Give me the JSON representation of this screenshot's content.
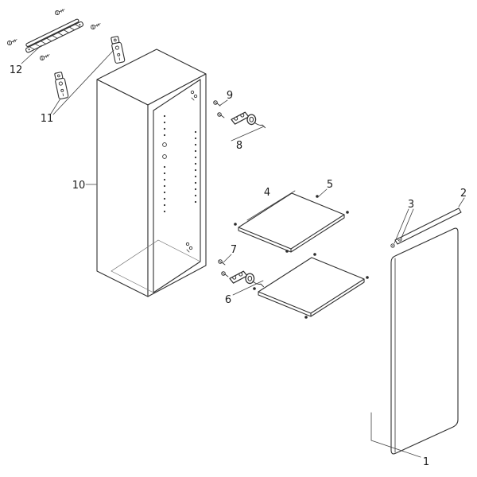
{
  "diagram": {
    "title": "exploded-parts-diagram",
    "labels": {
      "p1": "1",
      "p2": "2",
      "p3": "3",
      "p4": "4",
      "p5": "5",
      "p6": "6",
      "p7": "7",
      "p8": "8",
      "p9": "9",
      "p10": "10",
      "p11": "11",
      "p12": "12"
    }
  },
  "colors": {
    "line": "#303030",
    "background": "#ffffff"
  }
}
